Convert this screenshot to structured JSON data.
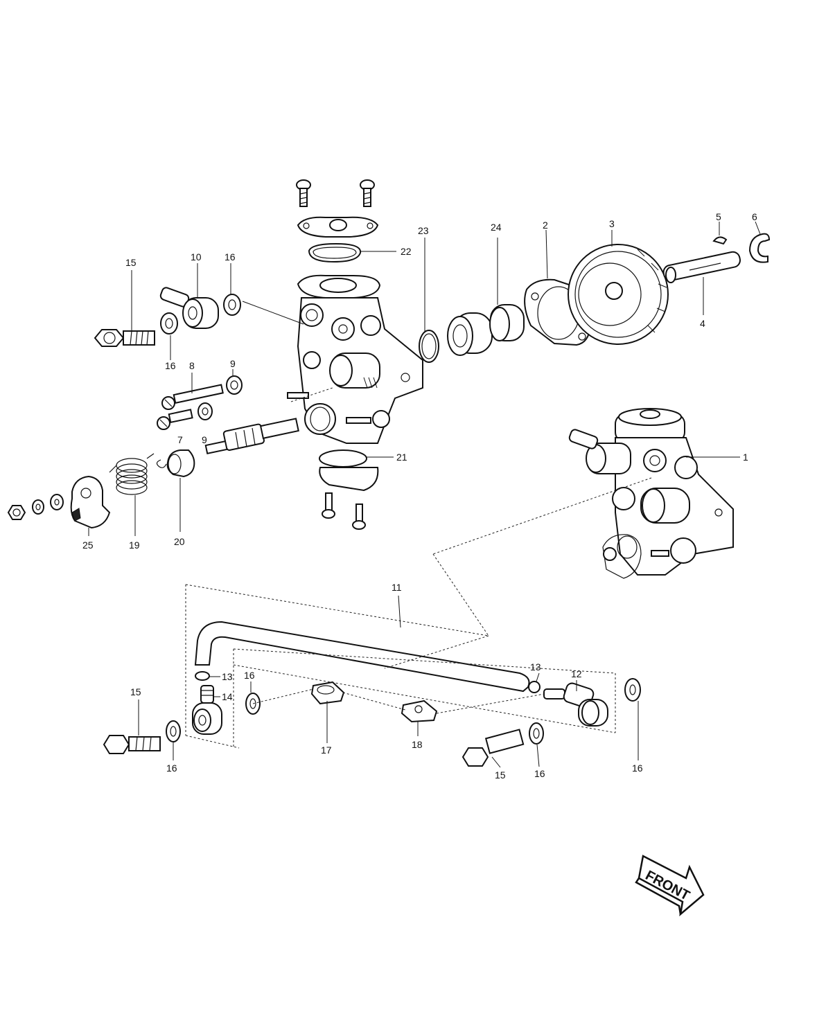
{
  "labels": {
    "p1": "1",
    "p2": "2",
    "p3": "3",
    "p4": "4",
    "p5": "5",
    "p6": "6",
    "p7": "7",
    "p8": "8",
    "p9a": "9",
    "p9b": "9",
    "p10": "10",
    "p11": "11",
    "p12": "12",
    "p13a": "13",
    "p13b": "13",
    "p14": "14",
    "p15a": "15",
    "p15b": "15",
    "p15c": "15",
    "p16a": "16",
    "p16b": "16",
    "p16c": "16",
    "p16d": "16",
    "p16e": "16",
    "p16f": "16",
    "p17": "17",
    "p18": "18",
    "p19": "19",
    "p20": "20",
    "p21": "21",
    "p22": "22",
    "p23": "23",
    "p24": "24",
    "p25": "25"
  },
  "front_arrow": "FRONT"
}
